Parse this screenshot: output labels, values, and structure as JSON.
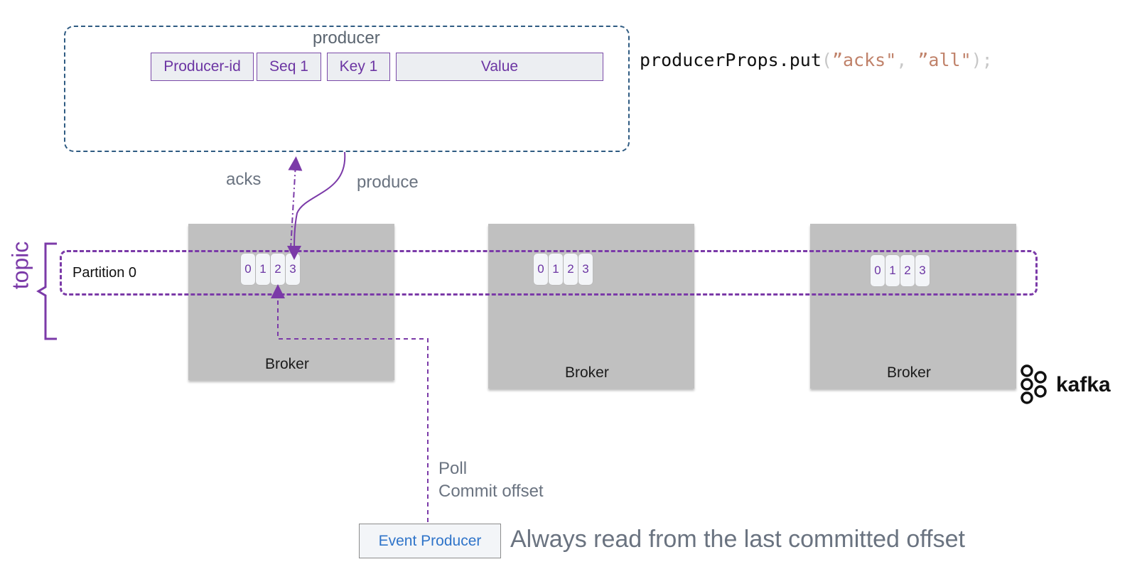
{
  "producer": {
    "title": "producer",
    "fields": [
      "Producer-id",
      "Seq 1",
      "Key 1",
      "Value"
    ]
  },
  "code": {
    "call": "producerProps.put",
    "open_paren": "(",
    "arg1": "”acks\"",
    "sep": ", ",
    "arg2": "”all\"",
    "close": ");"
  },
  "arrows": {
    "acks_label": "acks",
    "produce_label": "produce",
    "poll_label": "Poll",
    "commit_label": "Commit offset"
  },
  "topic": {
    "label": "topic",
    "partition_label": "Partition 0"
  },
  "brokers": [
    {
      "label": "Broker",
      "offsets": [
        "0",
        "1",
        "2",
        "3"
      ]
    },
    {
      "label": "Broker",
      "offsets": [
        "0",
        "1",
        "2",
        "3"
      ]
    },
    {
      "label": "Broker",
      "offsets": [
        "0",
        "1",
        "2",
        "3"
      ]
    }
  ],
  "consumer": {
    "box_label": "Event Producer",
    "note": "Always read from the last committed offset"
  },
  "logo": {
    "text": "kafka"
  },
  "colors": {
    "purple": "#7b3aa8",
    "navy": "#2f5b82",
    "broker_grey": "#c0c0c0",
    "link_blue": "#2f74c9"
  }
}
